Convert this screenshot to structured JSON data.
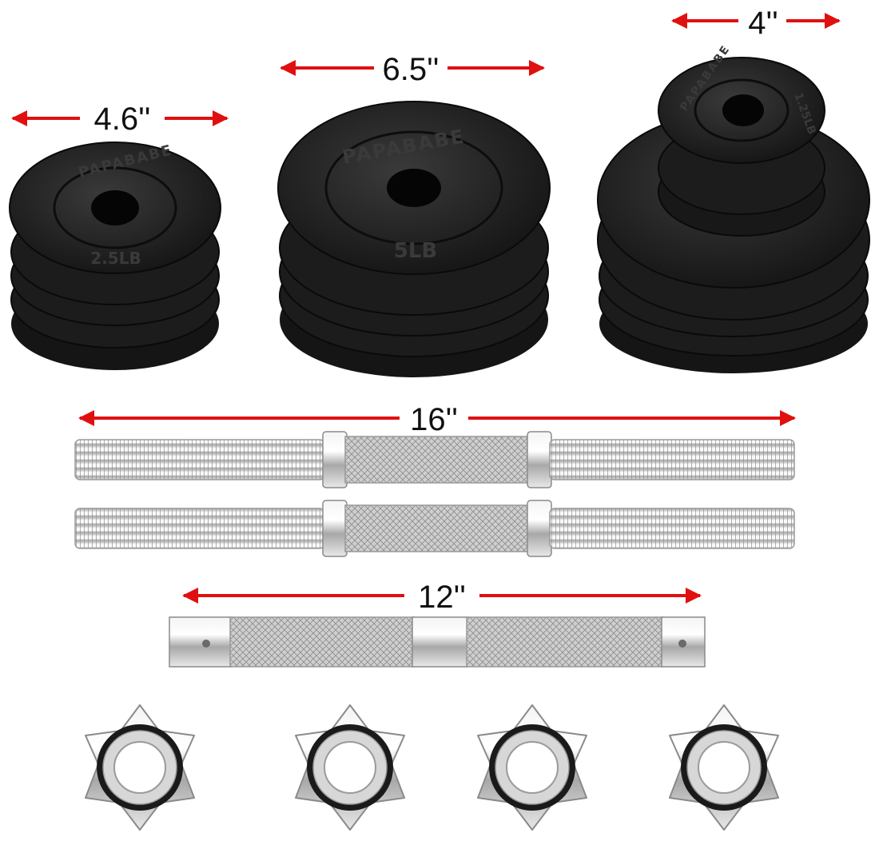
{
  "dimensions": {
    "small_plate_diameter": "4.6''",
    "medium_plate_diameter": "6.5''",
    "tiny_plate_diameter": "4''",
    "handle_length": "16''",
    "connector_length": "12''"
  },
  "plates": {
    "brand": "PAPABABE",
    "small_label": "2.5LB",
    "medium_label": "5LB",
    "tiny_label": "1.25LB"
  },
  "colors": {
    "arrow": "#e01010",
    "plate": "#1b1b1b",
    "chrome": "#c9c9c9"
  }
}
